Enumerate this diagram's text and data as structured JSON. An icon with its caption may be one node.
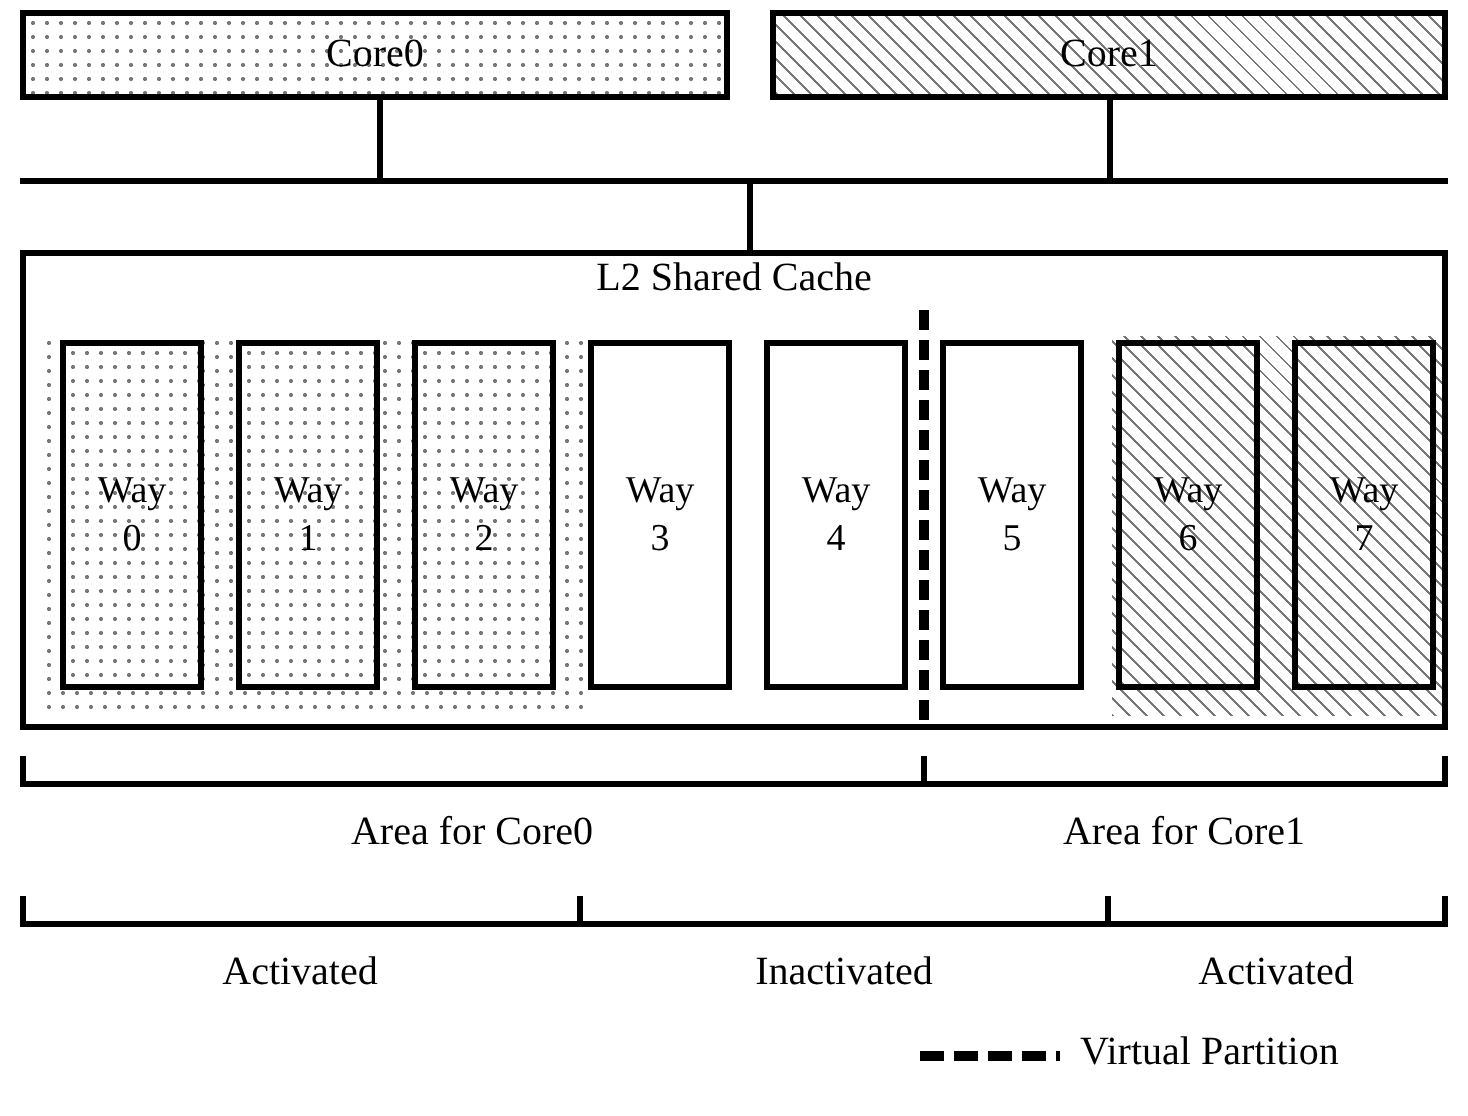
{
  "diagram": {
    "nodes": [
      {
        "text": [
          "Core0"
        ]
      },
      {
        "text": [
          "Core1"
        ]
      },
      {
        "text": [],
        "shape": "bar"
      },
      {
        "text": [
          "L2 Shared Cache"
        ]
      },
      {
        "text": [
          "Way 0"
        ],
        "in": 3
      },
      {
        "text": [
          "Way 1"
        ],
        "in": 3
      },
      {
        "text": [
          "Way 2"
        ],
        "in": 3
      },
      {
        "text": [
          "Way 3"
        ],
        "in": 3
      },
      {
        "text": [
          "Way 4"
        ],
        "in": 3
      },
      {
        "text": [
          "Way 5"
        ],
        "in": 3
      },
      {
        "text": [
          "Way 6"
        ],
        "in": 3
      },
      {
        "text": [
          "Way 7"
        ],
        "in": 3
      }
    ],
    "edges": [
      {
        "from": 0,
        "to": 2,
        "arrow": "none"
      },
      {
        "from": 1,
        "to": 2,
        "arrow": "none"
      },
      {
        "from": 2,
        "to": 3,
        "arrow": "none"
      }
    ],
    "labels": [
      "Area for Core0",
      "Area for Core1",
      "Activated",
      "Inactivated",
      "Activated"
    ],
    "legend": [
      {
        "text": "Virtual Partition"
      }
    ]
  }
}
